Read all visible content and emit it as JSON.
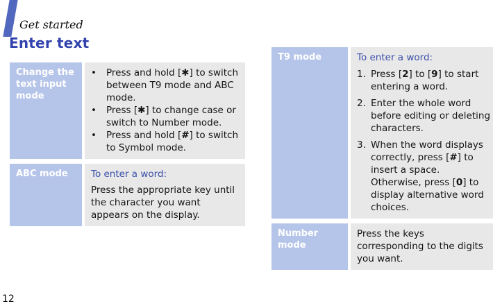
{
  "page": {
    "section_label": "Get started",
    "title": "Enter text",
    "page_number": "12"
  },
  "colors": {
    "accent_blue": "#3243ad",
    "label_cell_bg": "#b5c4e9",
    "content_cell_bg": "#e8e8e9",
    "slash_decoration": "#5168be",
    "intro_blue": "#3a4fa7",
    "label_text": "#ffffff"
  },
  "glyphs": {
    "bullet": "•"
  },
  "left_table": {
    "rows": [
      {
        "label": "Change the text input mode",
        "bullets": [
          "Press and hold [✱] to switch between T9 mode and ABC mode.",
          "Press [✱] to change case or switch to Number mode.",
          "Press and hold [**#**] to switch to Symbol mode."
        ]
      },
      {
        "label": "ABC mode",
        "intro": "To enter a word:",
        "body": "Press the appropriate key until the character you want appears on the display."
      }
    ]
  },
  "right_table": {
    "rows": [
      {
        "label": "T9 mode",
        "intro": "To enter a word:",
        "steps": [
          {
            "num": "1.",
            "text": "Press [**2**] to [**9**] to start entering a word."
          },
          {
            "num": "2.",
            "text": "Enter the whole word before editing or deleting characters."
          },
          {
            "num": "3.",
            "text": "When the word displays correctly, press [**#**] to insert a space.\nOtherwise, press [**0**] to display alternative word choices."
          }
        ]
      },
      {
        "label": "Number mode",
        "body": "Press the keys corresponding to the digits you want."
      }
    ]
  }
}
